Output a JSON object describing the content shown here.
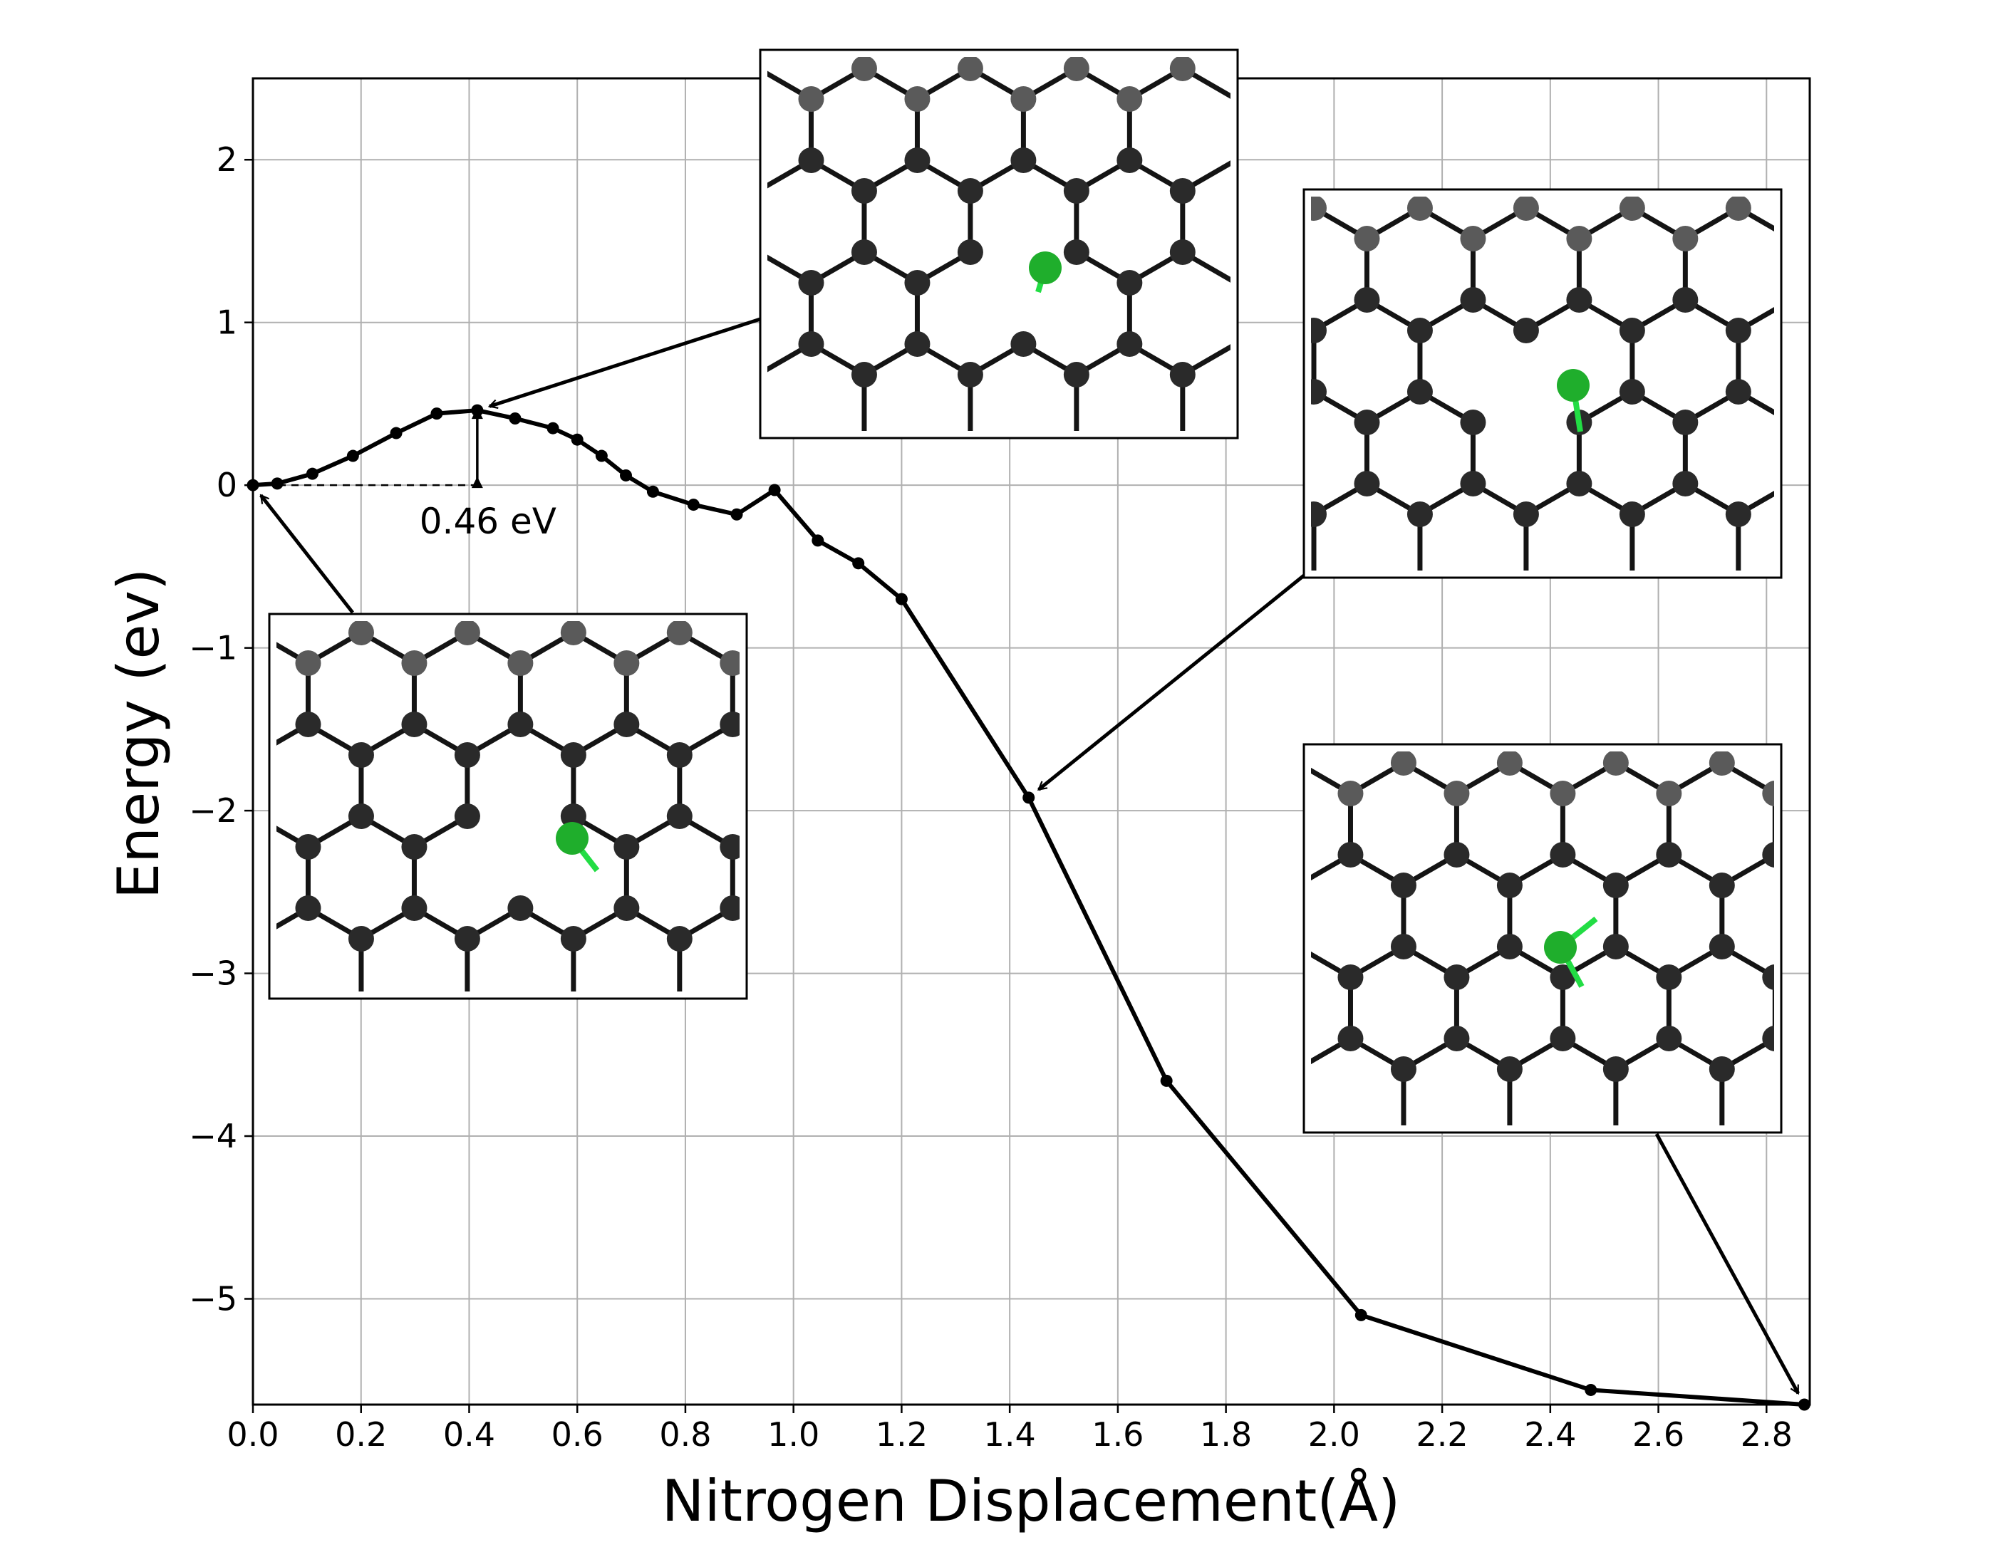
{
  "chart_data": {
    "type": "line",
    "title": "",
    "xlabel": "Nitrogen Displacement(Å)",
    "ylabel": "Energy (ev)",
    "xlim": [
      0.0,
      2.88
    ],
    "ylim": [
      -5.65,
      2.5
    ],
    "xticks": [
      0.0,
      0.2,
      0.4,
      0.6,
      0.8,
      1.0,
      1.2,
      1.4,
      1.6,
      1.8,
      2.0,
      2.2,
      2.4,
      2.6,
      2.8
    ],
    "xtick_labels": [
      "0.0",
      "0.2",
      "0.4",
      "0.6",
      "0.8",
      "1.0",
      "1.2",
      "1.4",
      "1.6",
      "1.8",
      "2.0",
      "2.2",
      "2.4",
      "2.6",
      "2.8"
    ],
    "yticks": [
      -5,
      -4,
      -3,
      -2,
      -1,
      0,
      1,
      2
    ],
    "ytick_labels": [
      "−5",
      "−4",
      "−3",
      "−2",
      "−1",
      "0",
      "1",
      "2"
    ],
    "grid": true,
    "series": [
      {
        "color": "#000000",
        "x": [
          0.0,
          0.045,
          0.11,
          0.185,
          0.265,
          0.34,
          0.415,
          0.485,
          0.555,
          0.6,
          0.645,
          0.69,
          0.74,
          0.815,
          0.895,
          0.965,
          1.045,
          1.12,
          1.2,
          1.435,
          1.69,
          2.05,
          2.475,
          2.87
        ],
        "y": [
          0.0,
          0.01,
          0.07,
          0.18,
          0.32,
          0.44,
          0.46,
          0.41,
          0.35,
          0.28,
          0.18,
          0.06,
          -0.04,
          -0.12,
          -0.18,
          -0.03,
          -0.34,
          -0.48,
          -0.7,
          -1.92,
          -3.66,
          -5.1,
          -5.56,
          -5.65
        ]
      }
    ],
    "annotations": {
      "barrier_label": "0.46 eV",
      "barrier_value": 0.46
    },
    "insets": [
      {
        "name": "inset-initial-state",
        "points_to": [
          0.0,
          0.0
        ]
      },
      {
        "name": "inset-transition-state",
        "points_to": [
          0.415,
          0.46
        ]
      },
      {
        "name": "inset-intermediate-state",
        "points_to": [
          1.435,
          -1.92
        ]
      },
      {
        "name": "inset-final-state",
        "points_to": [
          2.87,
          -5.65
        ]
      }
    ]
  },
  "colors": {
    "line": "#000000",
    "carbon_atom": "#2a2a2a",
    "nitrogen_atom": "#1fae2c",
    "grid": "#b0b0b0"
  }
}
